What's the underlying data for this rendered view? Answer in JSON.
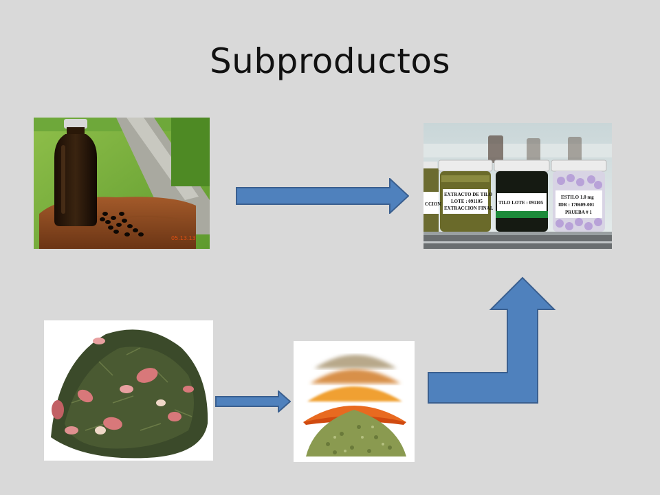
{
  "slide": {
    "title": "Subproductos"
  },
  "photos": {
    "seeds": {
      "date_stamp": "05.13.13"
    },
    "jars": {
      "jar1_label_lines": [
        "CCION"
      ],
      "jar2_label_lines": [
        "EXTRACTO DE TILO",
        "LOTE : 091105",
        "EXTRACCION FINAL"
      ],
      "jar3_label_lines": [
        "TILO LOTE : 091105"
      ],
      "jar4_label_lines": [
        "ESTILO 1.0 mg",
        "IDR : 170609-001",
        "PRUEBA # 1"
      ]
    }
  },
  "colors": {
    "background": "#d9d9d9",
    "arrow_fill": "#4f81bd",
    "arrow_stroke": "#3a5f8f"
  }
}
